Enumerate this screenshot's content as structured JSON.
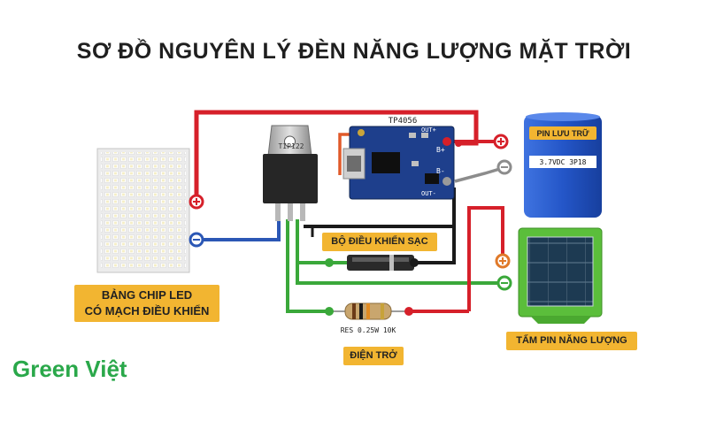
{
  "title": "SƠ ĐỒ NGUYÊN LÝ ĐÈN NĂNG LƯỢNG MẶT TRỜI",
  "labels": {
    "led_line1": "BẢNG CHIP LED",
    "led_line2": "CÓ MẠCH ĐIỀU KHIỂN",
    "charger": "BỘ ĐIỀU KHIỂN SẠC",
    "battery": "PIN LƯU TRỮ",
    "battery_spec": "3.7VDC  3P18",
    "solar": "TẤM PIN NĂNG LƯỢNG",
    "resistor": "ĐIỆN TRỞ",
    "resistor_marking": "RES 0.25W 10K",
    "transistor_marking": "TIP122",
    "module_marking": "TP4056",
    "module_out_plus": "OUT+",
    "module_out_minus": "OUT-",
    "module_bplus": "B+",
    "module_bminus": "B-"
  },
  "brand": "Green Việt",
  "colors": {
    "positive_wire": "#d6202a",
    "negative_wire": "#2b57b5",
    "ground_wire": "#1a1a1a",
    "solar_wire": "#3aa83a",
    "grey_wire": "#8c8c8c",
    "label_bg": "#f2b531",
    "battery_blue": "#2456c8",
    "module_blue": "#1e3f8c",
    "brand_green": "#2aa84a"
  }
}
